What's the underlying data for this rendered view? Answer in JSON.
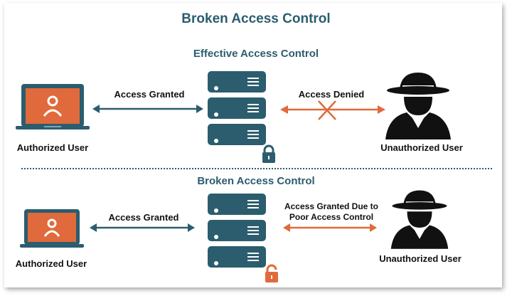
{
  "title": "Broken Access Control",
  "colors": {
    "teal": "#2b5d6e",
    "orange": "#e06a3b",
    "black": "#111111"
  },
  "top_section": {
    "title": "Effective Access Control",
    "left_actor": {
      "label": "Authorized User",
      "icon": "laptop-user-icon"
    },
    "left_arrow": {
      "label": "Access Granted",
      "color": "teal"
    },
    "server": {
      "icon": "server-stack-icon",
      "lock_icon": "padlock-icon",
      "lock_color": "teal"
    },
    "right_arrow": {
      "label": "Access Denied",
      "color": "orange",
      "blocked": true
    },
    "right_actor": {
      "label": "Unauthorized User",
      "icon": "hacker-icon"
    }
  },
  "bottom_section": {
    "title": "Broken Access Control",
    "left_actor": {
      "label": "Authorized User",
      "icon": "laptop-user-icon"
    },
    "left_arrow": {
      "label": "Access Granted",
      "color": "teal"
    },
    "server": {
      "icon": "server-stack-icon",
      "lock_icon": "padlock-icon",
      "lock_color": "orange"
    },
    "right_arrow": {
      "label_line1": "Access Granted Due to",
      "label_line2": "Poor Access Control",
      "color": "orange",
      "blocked": false
    },
    "right_actor": {
      "label": "Unauthorized User",
      "icon": "hacker-icon"
    }
  }
}
